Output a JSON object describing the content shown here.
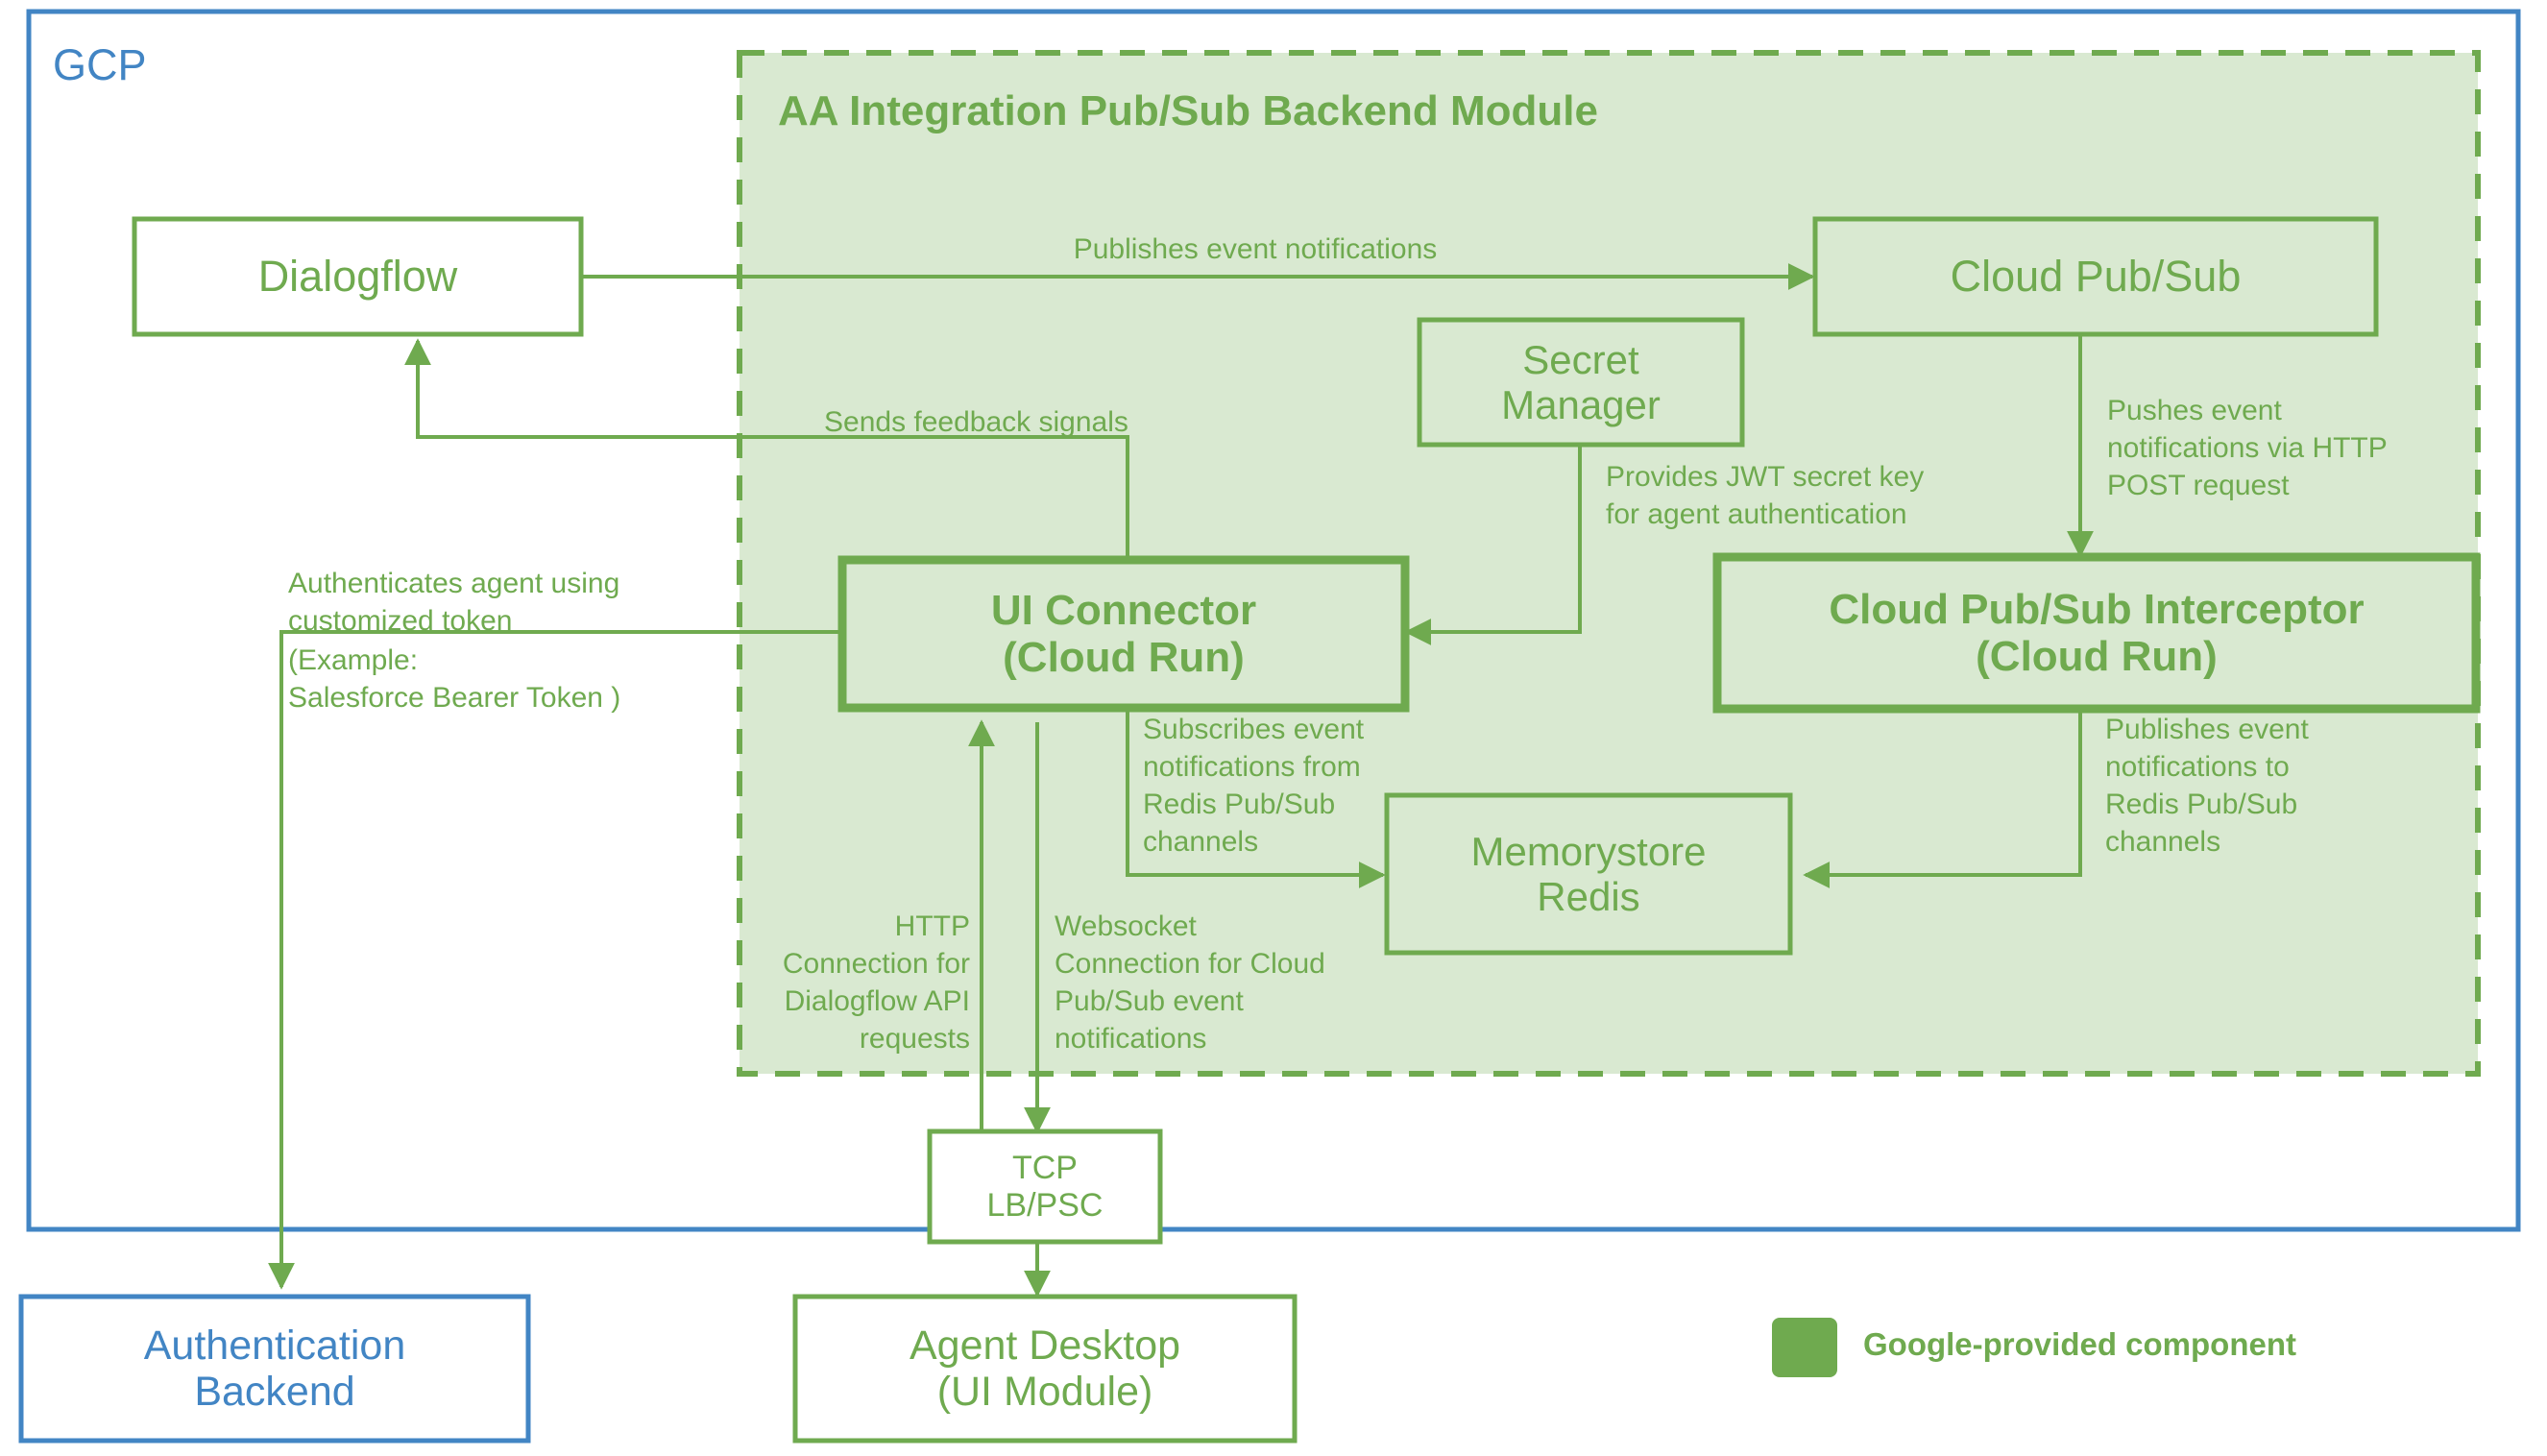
{
  "diagram": {
    "boundaries": {
      "gcp_label": "GCP",
      "module_title": "AA Integration Pub/Sub Backend Module"
    },
    "nodes": {
      "dialogflow": "Dialogflow",
      "cloud_pubsub": "Cloud Pub/Sub",
      "secret_manager": "Secret\nManager",
      "ui_connector": "UI Connector\n(Cloud Run)",
      "interceptor": "Cloud Pub/Sub Interceptor\n(Cloud Run)",
      "memorystore": "Memorystore\nRedis",
      "tcp_lb": "TCP\nLB/PSC",
      "agent_desktop": "Agent Desktop\n(UI Module)",
      "auth_backend": "Authentication\nBackend"
    },
    "edge_labels": {
      "publishes_event_notifications": "Publishes event notifications",
      "sends_feedback_signals": "Sends feedback signals",
      "pushes_event_http_post": "Pushes event\nnotifications via HTTP\nPOST request",
      "provides_jwt": "Provides JWT secret key\nfor agent authentication",
      "authenticates_agent": "Authenticates agent using\ncustomized token",
      "authenticates_example": "(Example:\nSalesforce Bearer Token )",
      "subscribes_event_redis": "Subscribes event\nnotifications from\nRedis Pub/Sub\nchannels",
      "publishes_event_redis": "Publishes event\nnotifications to\nRedis Pub/Sub\nchannels",
      "http_connection": "HTTP\nConnection for\nDialogflow API\nrequests",
      "websocket_connection": "Websocket\nConnection for Cloud\nPub/Sub event\nnotifications"
    },
    "legend": {
      "swatch_name": "google-component-swatch",
      "label": "Google-provided component"
    },
    "colors": {
      "green_stroke": "#6FAA4F",
      "green_fill": "#D9E9D1",
      "blue_stroke": "#4285C4",
      "white": "#FFFFFF"
    }
  }
}
